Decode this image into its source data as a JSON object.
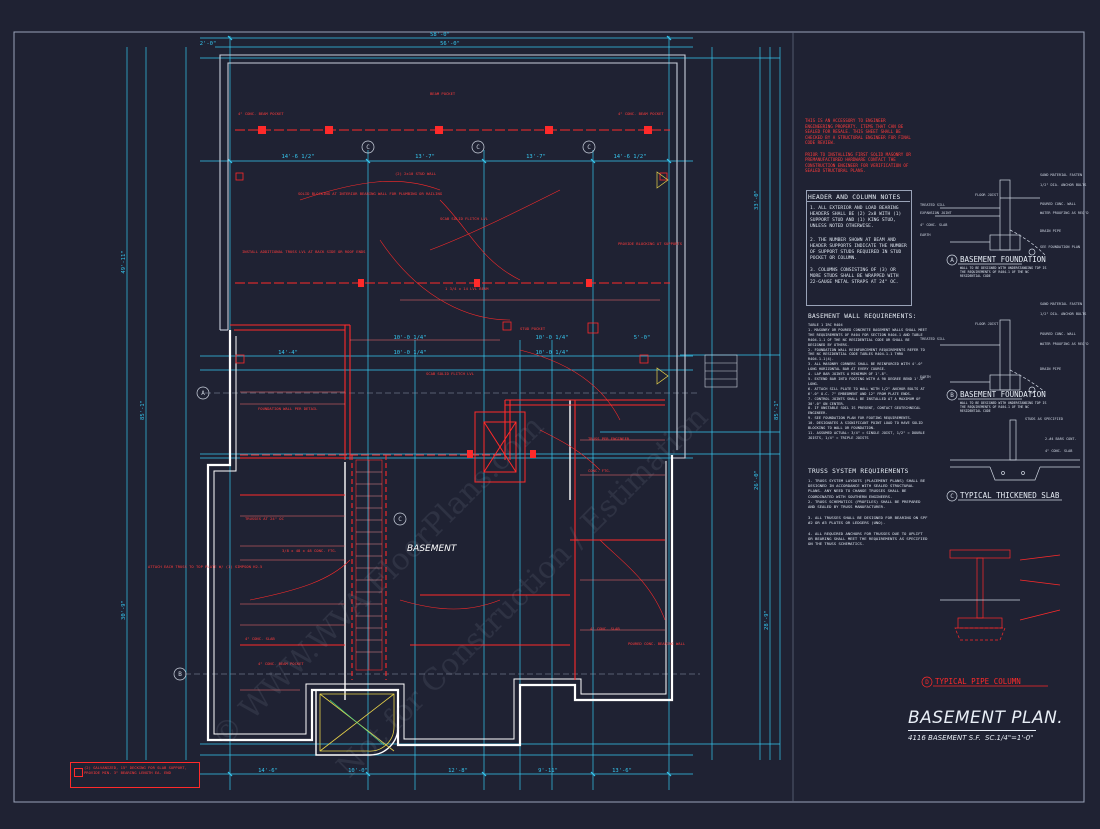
{
  "plan": {
    "title": "BASEMENT PLAN.",
    "area": "4116 BASEMENT S.F.",
    "scale": "SC.1/4\"=1'-0\"",
    "room_label": "BASEMENT",
    "watermark_1": "© WWW.WVA FloorPlans.com",
    "watermark_2": "Not for Construction / Estimation"
  },
  "dimensions": {
    "top_overall": "58'-0\"",
    "top_inner": "56'-0\"",
    "top_left": "2'-0\"",
    "row1": [
      "14'-6 1/2\"",
      "13'-7\"",
      "13'-7\"",
      "14'-6 1/2\""
    ],
    "row2": [
      "10'-0 1/4\"",
      "10'-0 1/4\"",
      "5'-0\""
    ],
    "row3": [
      "14'-4\"",
      "10'-0 1/4\"",
      "10'-0 1/4\""
    ],
    "bottom": [
      "14'-6\"",
      "10'-0\"",
      "12'-8\"",
      "9'-11\"",
      "13'-6\""
    ],
    "left": [
      "49'-11\"",
      "30'-9\"",
      "85'-1\""
    ],
    "right": [
      "33'-0\"",
      "26'-0\"",
      "28'-9\"",
      "85'-1\""
    ]
  },
  "header_notes": {
    "title": "HEADER AND COLUMN NOTES",
    "items": [
      "1. ALL EXTERIOR AND LOAD BEARING HEADERS SHALL BE (2) 2x8 WITH (1) SUPPORT STUD AND (1) KING STUD, UNLESS NOTED OTHERWISE.",
      "2. THE NUMBER SHOWN AT BEAM AND HEADER SUPPORTS INDICATE THE NUMBER OF SUPPORT STUDS REQUIRED IN STUD POCKET OR COLUMN.",
      "3. COLUMNS CONSISTING OF (3) OR MORE STUDS SHALL BE WRAPPED WITH 22-GAUGE METAL STRAPS AT 24\" OC."
    ]
  },
  "wall_req": {
    "title": "BASEMENT WALL REQUIREMENTS:",
    "text": "TABLE 1                                     IRC R404\n1. MASONRY OR POURED CONCRETE BASEMENT WALLS SHALL MEET THE REQUIREMENTS OF R404 FOR SECTION R404.1 AND TABLE R404.1.1 OF THE NC RESIDENTIAL CODE OR SHALL BE DESIGNED BY OTHERS.\n2. FOUNDATION WALL REINFORCEMENT REQUIREMENTS REFER TO THE NC RESIDENTIAL CODE TABLES R404.1.1 THRU R404.1.1(4).\n3. ALL MASONRY CORNERS SHALL BE REINFORCED WITH 4'-0\" LONG HORIZONTAL BAR AT EVERY COURSE.\n4. LAP BAR JOINTS A MINIMUM OF 1'-8\".\n5. EXTEND BAR INTO FOOTING WITH A 90 DEGREE BEND 1'-0\" LONG.\n6. ATTACH SILL PLATE TO WALL WITH 1/2\" ANCHOR BOLTS AT 6'-0\" O.C. 7\" EMBEDMENT AND 12\" FROM PLATE ENDS.\n7. CONTROL JOINTS SHALL BE INSTALLED AT A MAXIMUM OF 30'-0\" ON CENTER.\n8. IF UNSTABLE SOIL IS PRESENT, CONTACT GEOTECHNICAL ENGINEER.\n9. SEE FOUNDATION PLAN FOR FOOTING REQUIREMENTS.\n10. DESIGNATES A SIGNIFICANT POINT LOAD TO HAVE SOLID BLOCKING TO WALL OR FOUNDATION.\n11. ASSUMED ACTUAL: 3/4\" = SINGLE JOIST, 1/2\" = DOUBLE JOISTS, 1/4\" = TRIPLE JOISTS"
  },
  "truss_req": {
    "title": "TRUSS SYSTEM REQUIREMENTS",
    "items": [
      "1. TRUSS SYSTEM LAYOUTS (PLACEMENT PLANS) SHALL BE DESIGNED IN ACCORDANCE WITH SEALED STRUCTURAL PLANS. ANY NEED TO CHANGE TRUSSES SHALL BE COORDINATED WITH SOUTHERN ENGINEERS.",
      "2. TRUSS SCHEMATICS (PROFILES) SHALL BE PREPARED AND SEALED BY TRUSS MANUFACTURER.",
      "3. ALL TRUSSES SHALL BE DESIGNED FOR BEARING ON SPF #2 OR #3 PLATES OR LEDGERS (UNO).",
      "4. ALL REQUIRED ANCHORS FOR TRUSSES DUE TO UPLIFT OR BEARING SHALL MEET THE REQUIREMENTS AS SPECIFIED ON THE TRUSS SCHEMATICS."
    ]
  },
  "details": {
    "a_title": "BASEMENT FOUNDATION",
    "a_letter": "A",
    "a_note": "WALL TO BE DESIGNED WITH UNDERSTANDING TOP IS THE REQUIREMENTS OF R404.1 OF THE NC RESIDENTIAL CODE",
    "b_title": "BASEMENT FOUNDATION",
    "b_letter": "B",
    "b_note": "WALL TO BE DESIGNED WITH UNDERSTANDING TOP IS THE REQUIREMENTS OF R404.1 OF THE NC RESIDENTIAL CODE",
    "c_title": "TYPICAL THICKENED SLAB",
    "c_letter": "C",
    "d_title": "TYPICAL PIPE COLUMN",
    "d_letter": "D",
    "labels_a": [
      "SAND MATERIAL FASTEN",
      "1/2\" DIA. ANCHOR BOLTS",
      "FLOOR JOIST",
      "TREATED SILL",
      "EXPANSION JOINT",
      "POURED CONC. WALL",
      "WATER PROOFING AS REQ'D",
      "4\" CONC. SLAB",
      "EARTH",
      "DRAIN PIPE",
      "SEE FOUNDATION PLAN"
    ],
    "labels_b": [
      "SAND MATERIAL FASTEN",
      "1/2\" DIA. ANCHOR BOLTS",
      "FLOOR JOIST",
      "TREATED SILL",
      "POURED CONC. WALL",
      "WATER PROOFING AS REQ'D",
      "EARTH",
      "DRAIN PIPE"
    ],
    "labels_c": [
      "STUDS AS SPECIFIED",
      "2-#4 BARS CONT.",
      "4\" CONC. SLAB"
    ]
  },
  "red_notes": {
    "top_right": "THIS IS AN ACCESSORY TO ENGINEER ENGINEERING PROPERTY. ITEMS THAT CAN BE SEALED FOR RESALE. THIS SHEET SHALL BE CHECKED BY A STRUCTURAL ENGINEER FOR FINAL CODE REVIEW.\n\nPRIOR TO INSTALLING FIRST SOLID MASONRY OR PREMANUFACTURED HARDWARE CONTACT THE CONSTRUCTION ENGINEER FOR VERIFICATION OF SEALED STRUCTURAL PLANS.",
    "legend": "(2) GALVANIZED, 15\" DECKING FOR SLAB SUPPORT, PROVIDE MIN. 3\" BEARING LENGTH EA. END",
    "callouts": [
      "4\" CONC. BEAM POCKET",
      "BEAM POCKET",
      "4\" CONC. BEAM POCKET",
      "INSTALL ADDITIONAL TRUSS LVL AT BACK SIDE OR ROOF ENDS",
      "SOLID BLOCKING AT INTERIOR BEARING WALL FOR PLUMBING OR RAILING",
      "(2) 2x10 STUD WALL",
      "SCAB SOLID FLITCH LVL",
      "1 3/4 x 14 LVL BEAM",
      "PROVIDE BLOCKING AT SUPPORTS",
      "STUD POCKET",
      "SCAB SOLID FLITCH LVL",
      "FOUNDATION WALL PER DETAIL",
      "TRUSS PER ENGINEER",
      "ATTACH EACH TRUSS TO TOP PLATE W/ (1) SIMPSON H2.5",
      "TRUSSES AT 24\" OC",
      "CONC. FTG.",
      "3/8 x 48 x 48 CONC. FTG.",
      "POURED CONC. BEARING WALL",
      "4\" CONC. SLAB",
      "4\" CONC. BEAM POCKET",
      "4\" CONC. SLAB"
    ]
  },
  "colors": {
    "background": "#1f2233",
    "wall": "#ffffff",
    "dimension": "#36c7f0",
    "structural": "#ff2a2a",
    "framing": "#ff6f6f",
    "grid": "#8f98ad",
    "detail": "#cfd6e2",
    "accent_yellow": "#e8d34a",
    "accent_green": "#3cd68a"
  }
}
